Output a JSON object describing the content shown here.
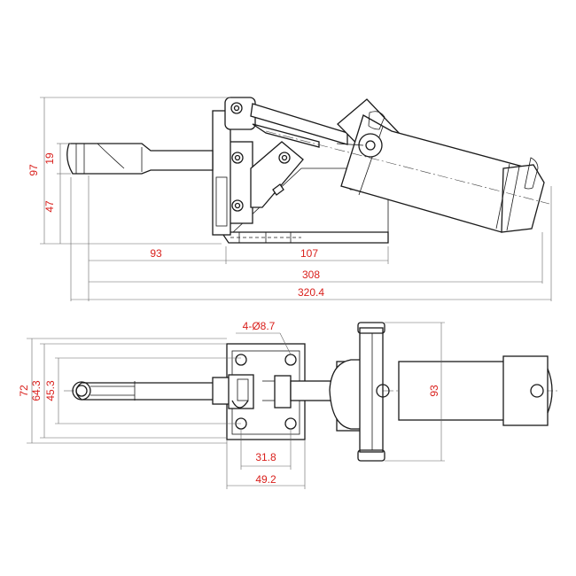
{
  "colors": {
    "outline": "#1a1a1a",
    "dimension_line": "#666666",
    "dimension_text": "#d9201c",
    "background": "#ffffff"
  },
  "side_view": {
    "dimensions": {
      "total_height": "97",
      "upper_height": "19",
      "lower_height": "47",
      "handle_length": "93",
      "base_length": "107",
      "length_to_cylinder": "308",
      "overall_length": "320.4"
    }
  },
  "top_view": {
    "dimensions": {
      "width_outer": "72",
      "width_mid": "64.3",
      "width_inner": "45.3",
      "cylinder_height": "93",
      "hole_spacing": "31.8",
      "base_width": "49.2"
    },
    "hole_note": "4-Ø8.7"
  }
}
